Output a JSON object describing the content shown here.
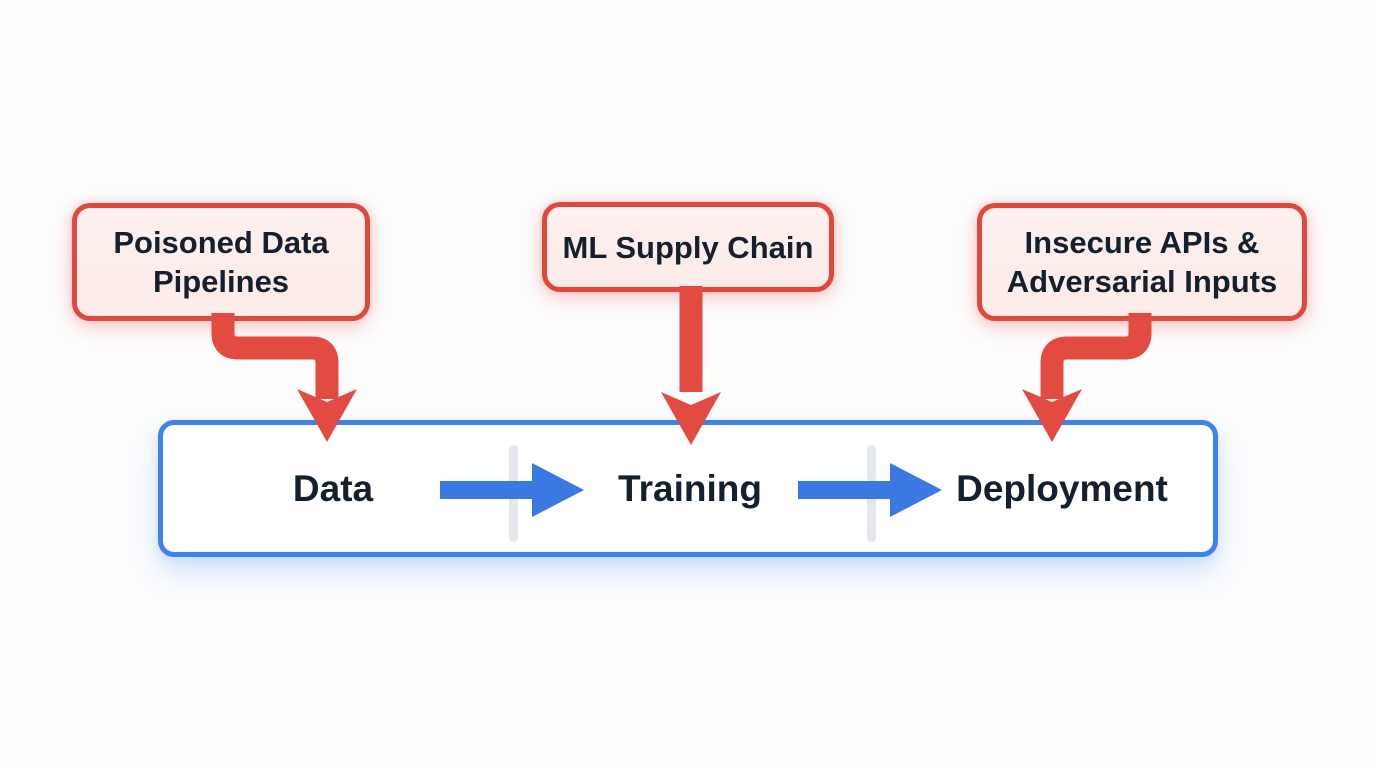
{
  "threats": [
    {
      "label": "Poisoned Data Pipelines"
    },
    {
      "label": "ML Supply Chain"
    },
    {
      "label": "Insecure APIs & Adversarial Inputs"
    }
  ],
  "pipeline": {
    "stages": [
      "Data",
      "Training",
      "Deployment"
    ]
  },
  "icons": {
    "threat_arrow": "red-curved-down-arrow",
    "flow_arrow": "blue-right-arrow"
  },
  "colors": {
    "threat_border": "#e0483d",
    "threat_fill": "#fcebe9",
    "threat_arrow": "#e14b41",
    "pipeline_border": "#3e82f0",
    "flow_arrow": "#3a79e2",
    "text": "#15202e",
    "divider": "#e4e7eb",
    "background": "#fdfdfe"
  }
}
